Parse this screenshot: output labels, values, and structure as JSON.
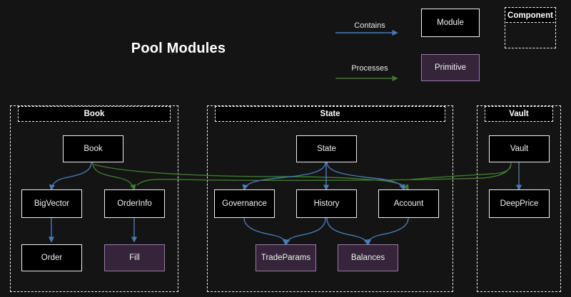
{
  "title": "Pool Modules",
  "colors": {
    "background": "#141414",
    "module_fill": "#000000",
    "module_border": "#f0f0f0",
    "primitive_fill": "#35243a",
    "primitive_border": "#9c7aa8",
    "contains_edge": "#4a7ab5",
    "processes_edge": "#3e7a2e",
    "text": "#f2f2f2"
  },
  "legend": {
    "contains_label": "Contains",
    "processes_label": "Processes",
    "module_label": "Module",
    "primitive_label": "Primitive",
    "component_label": "Component"
  },
  "containers": [
    {
      "id": "book",
      "label": "Book"
    },
    {
      "id": "state",
      "label": "State"
    },
    {
      "id": "vault",
      "label": "Vault"
    }
  ],
  "nodes": [
    {
      "id": "book",
      "label": "Book",
      "type": "module",
      "container": "book"
    },
    {
      "id": "bigvector",
      "label": "BigVector",
      "type": "module",
      "container": "book"
    },
    {
      "id": "orderinfo",
      "label": "OrderInfo",
      "type": "module",
      "container": "book"
    },
    {
      "id": "order",
      "label": "Order",
      "type": "module",
      "container": "book"
    },
    {
      "id": "fill",
      "label": "Fill",
      "type": "primitive",
      "container": "book"
    },
    {
      "id": "state",
      "label": "State",
      "type": "module",
      "container": "state"
    },
    {
      "id": "governance",
      "label": "Governance",
      "type": "module",
      "container": "state"
    },
    {
      "id": "history",
      "label": "History",
      "type": "module",
      "container": "state"
    },
    {
      "id": "account",
      "label": "Account",
      "type": "module",
      "container": "state"
    },
    {
      "id": "tradeparams",
      "label": "TradeParams",
      "type": "primitive",
      "container": "state"
    },
    {
      "id": "balances",
      "label": "Balances",
      "type": "primitive",
      "container": "state"
    },
    {
      "id": "vault",
      "label": "Vault",
      "type": "module",
      "container": "vault"
    },
    {
      "id": "deepprice",
      "label": "DeepPrice",
      "type": "module",
      "container": "vault"
    }
  ],
  "edges": [
    {
      "from": "book",
      "to": "bigvector",
      "kind": "contains"
    },
    {
      "from": "bigvector",
      "to": "order",
      "kind": "contains"
    },
    {
      "from": "orderinfo",
      "to": "fill",
      "kind": "contains"
    },
    {
      "from": "state",
      "to": "governance",
      "kind": "contains"
    },
    {
      "from": "state",
      "to": "history",
      "kind": "contains"
    },
    {
      "from": "governance",
      "to": "tradeparams",
      "kind": "contains"
    },
    {
      "from": "history",
      "to": "tradeparams",
      "kind": "contains"
    },
    {
      "from": "history",
      "to": "balances",
      "kind": "contains"
    },
    {
      "from": "account",
      "to": "balances",
      "kind": "contains"
    },
    {
      "from": "vault",
      "to": "deepprice",
      "kind": "contains"
    },
    {
      "from": "book",
      "to": "orderinfo",
      "kind": "processes"
    },
    {
      "from": "state",
      "to": "account",
      "kind": "processes"
    },
    {
      "from": "vault",
      "to": "orderinfo",
      "kind": "processes"
    },
    {
      "from": "book",
      "to": "account",
      "kind": "processes"
    }
  ]
}
